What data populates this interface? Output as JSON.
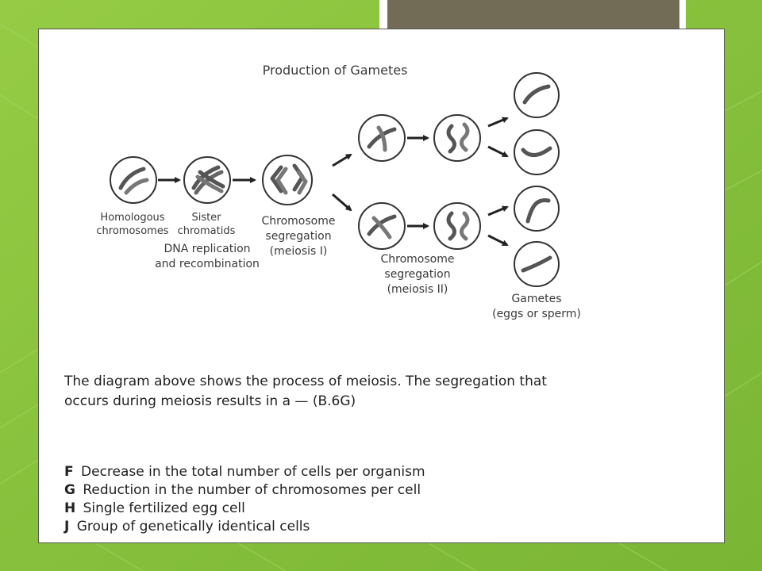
{
  "slide": {
    "background_color": "#8cc63f",
    "header_tab_color": "#726b56"
  },
  "diagram": {
    "title": "Production of Gametes",
    "labels": {
      "homologous_1": "Homologous",
      "homologous_2": "chromosomes",
      "sister_1": "Sister",
      "sister_2": "chromatids",
      "dna_1": "DNA replication",
      "dna_2": "and recombination",
      "seg1_1": "Chromosome",
      "seg1_2": "segregation",
      "seg1_3": "(meiosis I)",
      "seg2_1": "Chromosome",
      "seg2_2": "segregation",
      "seg2_3": "(meiosis II)",
      "gametes_1": "Gametes",
      "gametes_2": "(eggs or sperm)"
    }
  },
  "question": {
    "line1": "The diagram above shows the process of meiosis. The segregation that",
    "line2": "occurs during meiosis results in a — (B.6G)"
  },
  "answers": [
    {
      "letter": "F",
      "text": "Decrease in the total number of cells per organism"
    },
    {
      "letter": "G",
      "text": "Reduction in the number of chromosomes per cell"
    },
    {
      "letter": "H",
      "text": "Single fertilized egg cell"
    },
    {
      "letter": "J",
      "text": "Group of genetically identical cells"
    }
  ]
}
